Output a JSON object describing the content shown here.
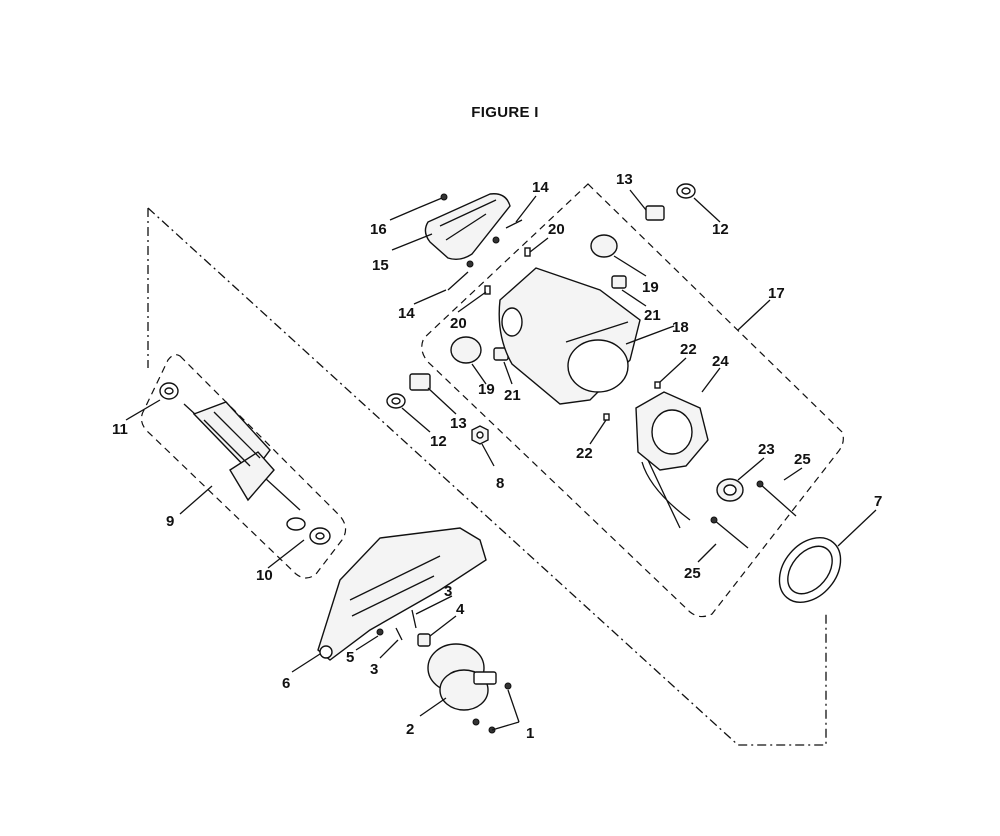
{
  "figure": {
    "title": "FIGURE I"
  },
  "callouts": [
    {
      "id": "c1",
      "label": "1"
    },
    {
      "id": "c2",
      "label": "2"
    },
    {
      "id": "c3a",
      "label": "3"
    },
    {
      "id": "c3b",
      "label": "3"
    },
    {
      "id": "c4",
      "label": "4"
    },
    {
      "id": "c5",
      "label": "5"
    },
    {
      "id": "c6",
      "label": "6"
    },
    {
      "id": "c7",
      "label": "7"
    },
    {
      "id": "c8",
      "label": "8"
    },
    {
      "id": "c9",
      "label": "9"
    },
    {
      "id": "c10",
      "label": "10"
    },
    {
      "id": "c11",
      "label": "11"
    },
    {
      "id": "c12a",
      "label": "12"
    },
    {
      "id": "c12b",
      "label": "12"
    },
    {
      "id": "c13a",
      "label": "13"
    },
    {
      "id": "c13b",
      "label": "13"
    },
    {
      "id": "c14a",
      "label": "14"
    },
    {
      "id": "c14b",
      "label": "14"
    },
    {
      "id": "c15",
      "label": "15"
    },
    {
      "id": "c16",
      "label": "16"
    },
    {
      "id": "c17",
      "label": "17"
    },
    {
      "id": "c18",
      "label": "18"
    },
    {
      "id": "c19a",
      "label": "19"
    },
    {
      "id": "c19b",
      "label": "19"
    },
    {
      "id": "c20a",
      "label": "20"
    },
    {
      "id": "c20b",
      "label": "20"
    },
    {
      "id": "c21a",
      "label": "21"
    },
    {
      "id": "c21b",
      "label": "21"
    },
    {
      "id": "c22a",
      "label": "22"
    },
    {
      "id": "c22b",
      "label": "22"
    },
    {
      "id": "c23",
      "label": "23"
    },
    {
      "id": "c24",
      "label": "24"
    },
    {
      "id": "c25a",
      "label": "25"
    },
    {
      "id": "c25b",
      "label": "25"
    }
  ]
}
